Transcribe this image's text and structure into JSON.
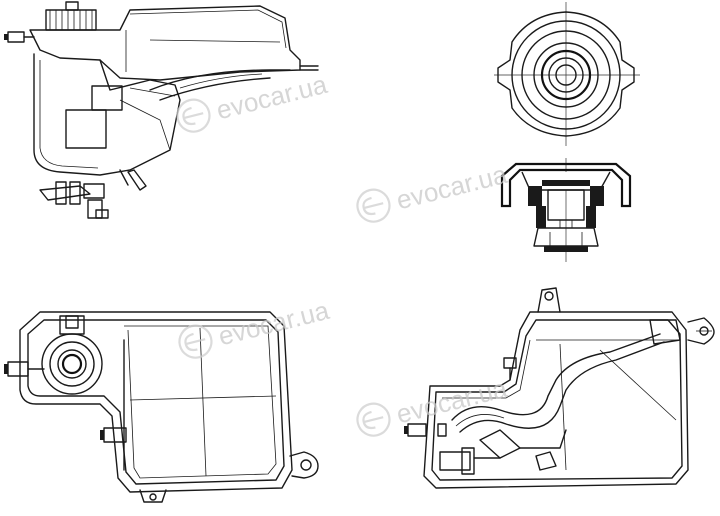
{
  "watermark": {
    "text": "evocar.ua",
    "color": "#c9c9c9"
  },
  "views": [
    {
      "id": "side",
      "icon": "expansion-tank-side-view-drawing"
    },
    {
      "id": "cap-top",
      "icon": "tank-cap-top-view-drawing"
    },
    {
      "id": "cap-section",
      "icon": "tank-cap-section-view-drawing"
    },
    {
      "id": "top",
      "icon": "expansion-tank-top-view-drawing"
    },
    {
      "id": "front",
      "icon": "expansion-tank-front-view-drawing"
    }
  ],
  "line_color": "#1a1a1a"
}
